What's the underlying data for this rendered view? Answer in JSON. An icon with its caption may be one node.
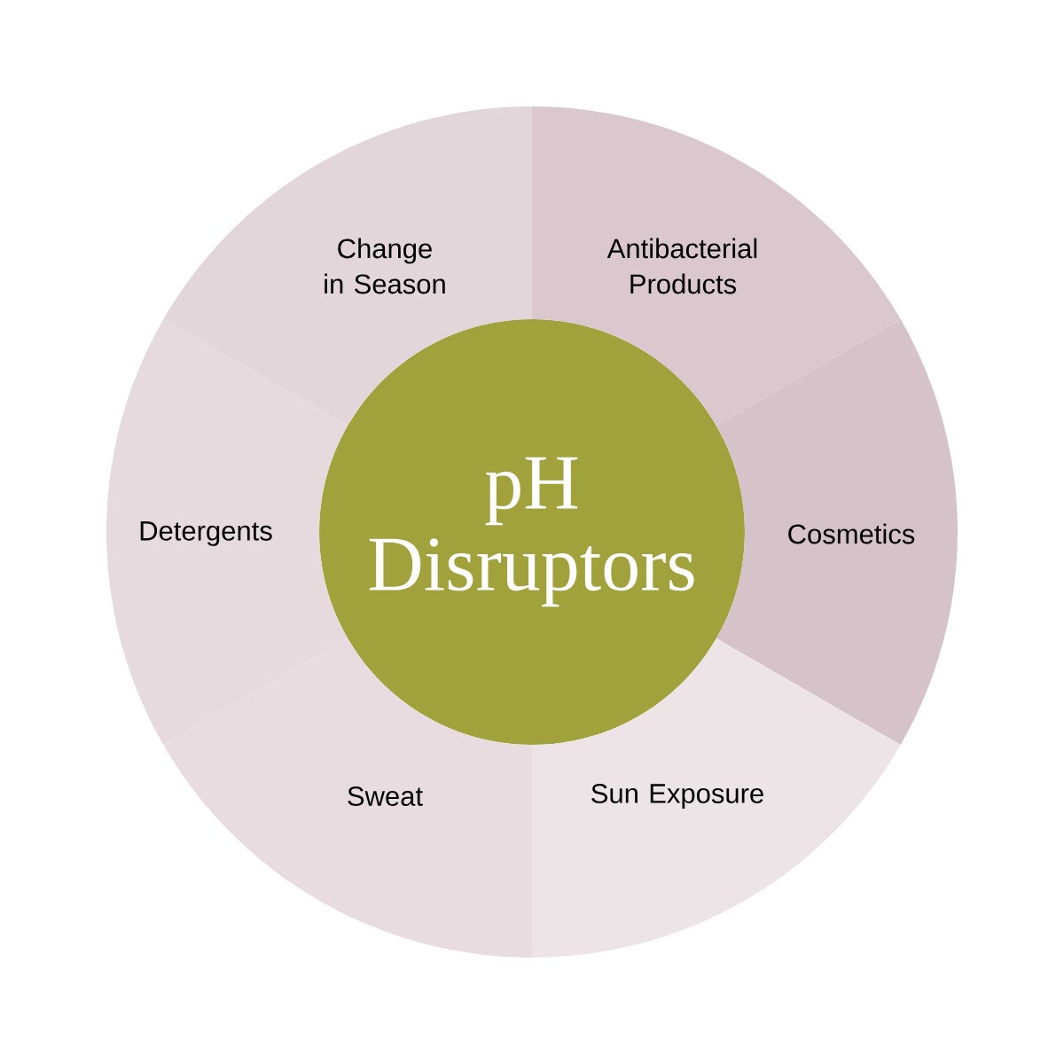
{
  "diagram": {
    "nodes": [
      {
        "text": [
          "pH Disruptors"
        ]
      },
      {
        "text": [
          "Change in Season"
        ]
      },
      {
        "text": [
          "Antibacterial Products"
        ]
      },
      {
        "text": [
          "Detergents"
        ]
      },
      {
        "text": [
          "Cosmetics"
        ]
      },
      {
        "text": [
          "Sweat"
        ]
      },
      {
        "text": [
          "Sun Exposure"
        ]
      }
    ]
  }
}
